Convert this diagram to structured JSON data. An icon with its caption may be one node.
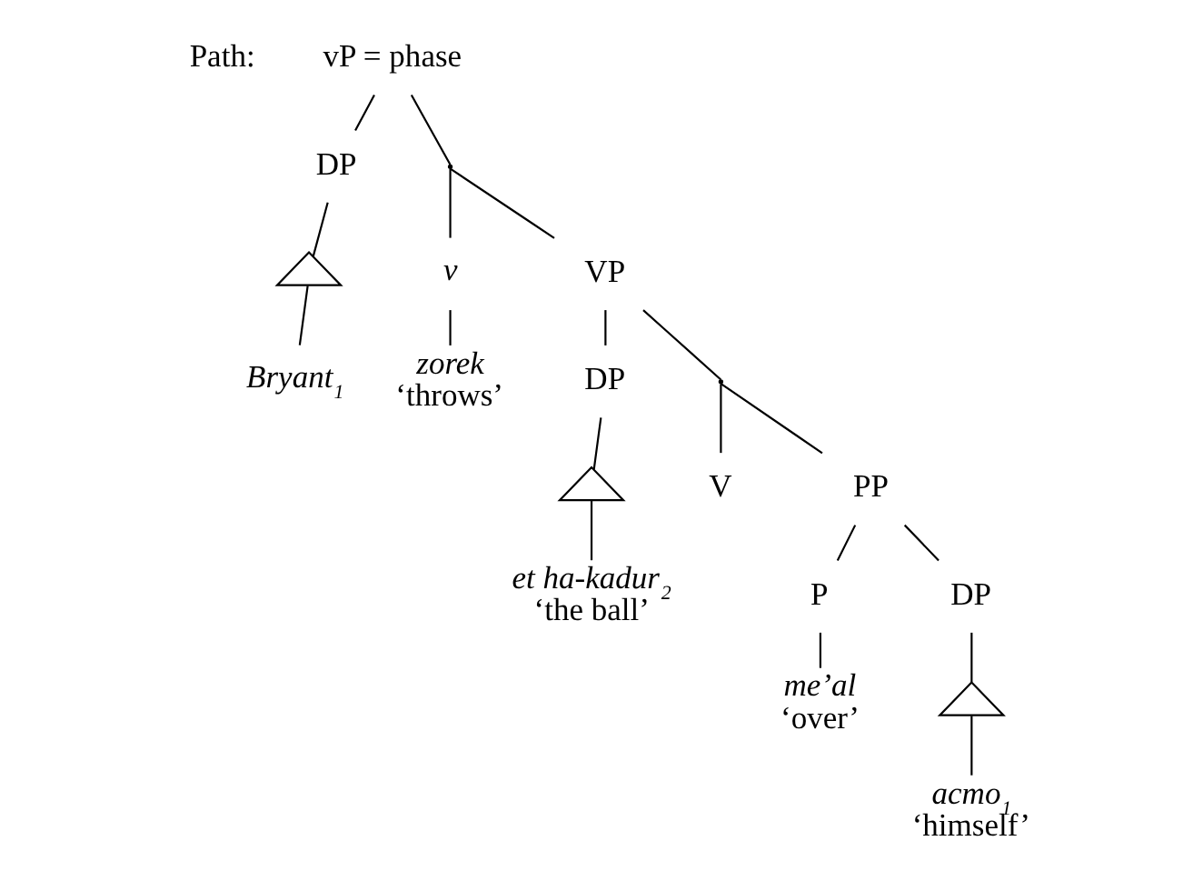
{
  "diagram": {
    "nodes": [
      {
        "text": [
          "vP = phase"
        ]
      },
      {
        "text": [
          "DP"
        ]
      },
      {
        "text": [],
        "shape": "triangle"
      },
      {
        "text": [
          "Bryant$_{1}$"
        ]
      },
      {
        "text": [],
        "shape": "point"
      },
      {
        "text": [
          "v"
        ]
      },
      {
        "text": [
          "zorek",
          "‘throws’"
        ]
      },
      {
        "text": [
          "VP"
        ]
      },
      {
        "text": [
          "DP"
        ]
      },
      {
        "text": [],
        "shape": "triangle"
      },
      {
        "text": [
          "et ha-kadur$_{2}$",
          "‘the ball’"
        ]
      },
      {
        "text": [],
        "shape": "point"
      },
      {
        "text": [
          "V"
        ]
      },
      {
        "text": [
          "PP"
        ]
      },
      {
        "text": [
          "P"
        ]
      },
      {
        "text": [
          "me’al",
          "‘over’"
        ]
      },
      {
        "text": [
          "DP"
        ]
      },
      {
        "text": [],
        "shape": "triangle"
      },
      {
        "text": [
          "acmo$_{1}$",
          "‘himself’"
        ]
      }
    ],
    "edges": [
      {
        "from": 0,
        "to": 1,
        "arrow": "none"
      },
      {
        "from": 1,
        "to": 2,
        "arrow": "none"
      },
      {
        "from": 2,
        "to": 3,
        "arrow": "none"
      },
      {
        "from": 0,
        "to": 4,
        "arrow": "none"
      },
      {
        "from": 4,
        "to": 5,
        "arrow": "none"
      },
      {
        "from": 5,
        "to": 6,
        "arrow": "none"
      },
      {
        "from": 4,
        "to": 7,
        "arrow": "none"
      },
      {
        "from": 7,
        "to": 8,
        "arrow": "none"
      },
      {
        "from": 8,
        "to": 9,
        "arrow": "none"
      },
      {
        "from": 9,
        "to": 10,
        "arrow": "none"
      },
      {
        "from": 7,
        "to": 11,
        "arrow": "none"
      },
      {
        "from": 11,
        "to": 12,
        "arrow": "none"
      },
      {
        "from": 11,
        "to": 13,
        "arrow": "none"
      },
      {
        "from": 13,
        "to": 14,
        "arrow": "none"
      },
      {
        "from": 14,
        "to": 15,
        "arrow": "none"
      },
      {
        "from": 13,
        "to": 16,
        "arrow": "none"
      },
      {
        "from": 16,
        "to": 17,
        "arrow": "none"
      },
      {
        "from": 17,
        "to": 18,
        "arrow": "none"
      }
    ],
    "labels": [
      "Path:"
    ]
  }
}
